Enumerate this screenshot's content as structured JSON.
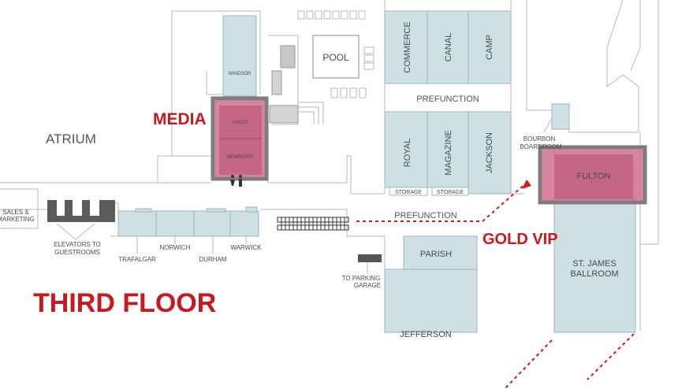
{
  "map": {
    "title": "THIRD FLOOR",
    "areas": {
      "atrium": "ATRIUM",
      "sales": [
        "SALES &",
        "MARKETING"
      ],
      "elevators": [
        "ELEVATORS TO",
        "GUESTROOMS"
      ],
      "parking": [
        "TO PARKING",
        "GARAGE"
      ],
      "prefunction_top": "PREFUNCTION",
      "prefunction_mid": "PREFUNCTION",
      "bourbon": [
        "BOURBON",
        "BOARDROOM"
      ]
    },
    "rooms": {
      "windsor": "WINDSOR",
      "ascot": "ASCOT",
      "newberry": "NEWBERRY",
      "pool": "POOL",
      "commerce": "COMMERCE",
      "canal": "CANAL",
      "camp": "CAMP",
      "royal": "ROYAL",
      "magazine": "MAGAZINE",
      "jackson": "JACKSON",
      "storage1": "STORAGE",
      "storage2": "STORAGE",
      "fulton": "FULTON",
      "st_james": [
        "ST. JAMES",
        "BALLROOM"
      ],
      "parish": "PARISH",
      "jefferson": "JEFFERSON",
      "trafalgar": "TRAFALGAR",
      "norwich": "NORWICH",
      "durham": "DURHAM",
      "warwick": "WARWICK"
    },
    "highlights": {
      "media": "MEDIA",
      "gold_vip": "GOLD VIP"
    },
    "colors": {
      "room_fill": "#cfe0e4",
      "highlight": "#cf6f8f",
      "highlight_border": "#7d7d7d",
      "accent_red": "#c8191f",
      "wall": "#b9b9b9"
    }
  }
}
